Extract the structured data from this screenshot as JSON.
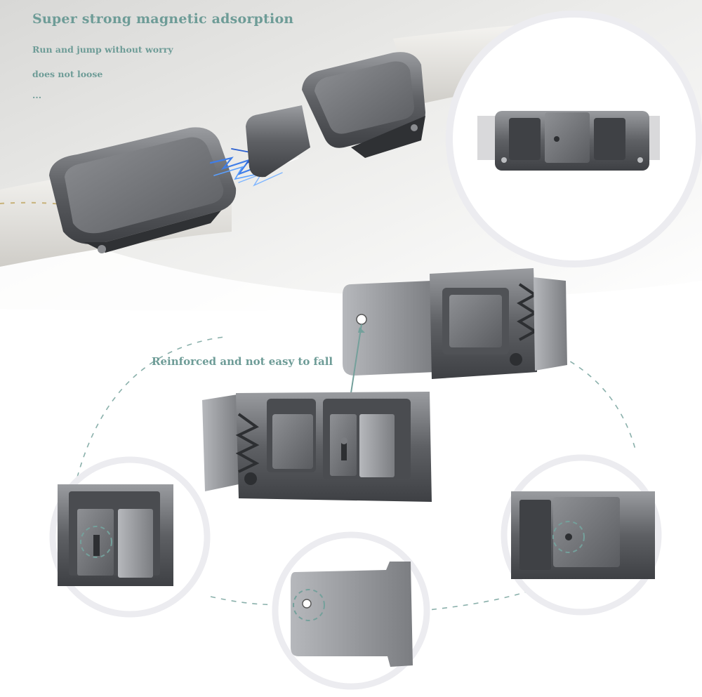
{
  "headline": "Super strong magnetic adsorption",
  "bullets": [
    "Run and jump without worry",
    "does not loose",
    "..."
  ],
  "callout": "Reinforced and not easy to fall",
  "colors": {
    "accent_text": "#6e9c97",
    "metal": "#6b6d71",
    "strap": "#eceae6",
    "spark": "#3f7ee8"
  }
}
